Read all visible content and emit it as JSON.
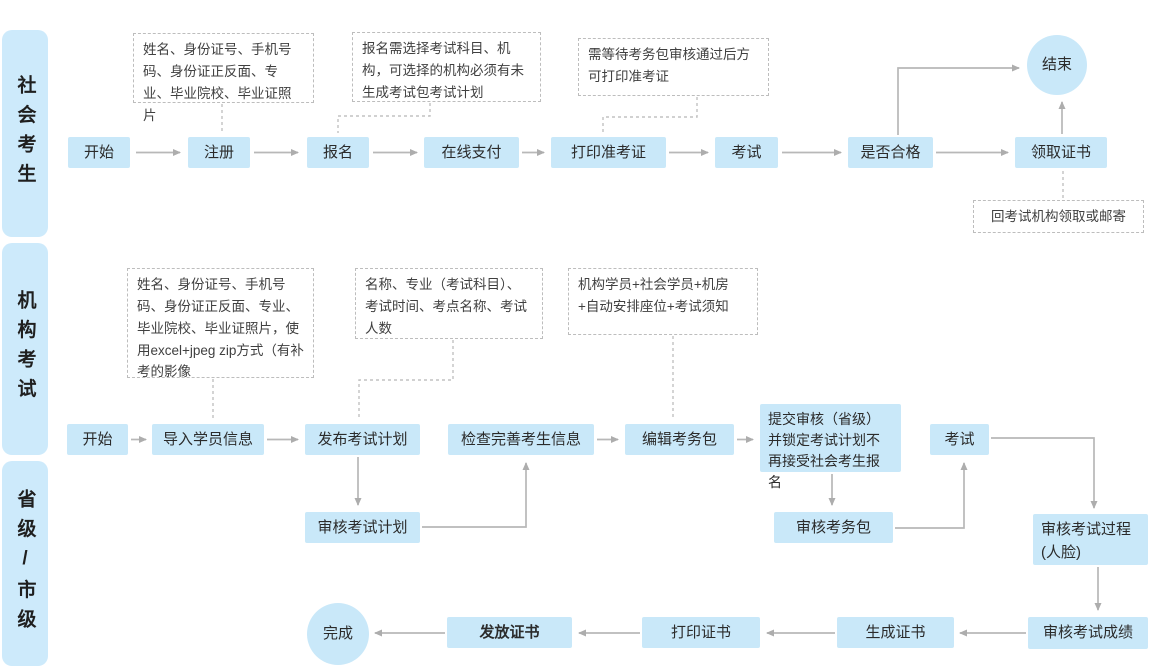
{
  "diagram": {
    "lanes": [
      {
        "label": "社会考生"
      },
      {
        "label": "机构考试"
      },
      {
        "label": "省级/市级"
      }
    ],
    "nodes": {
      "s_start": "开始",
      "s_register": "注册",
      "s_signup": "报名",
      "s_pay": "在线支付",
      "s_print": "打印准考证",
      "s_exam": "考试",
      "s_pass": "是否合格",
      "s_cert": "领取证书",
      "s_end": "结束",
      "o_start": "开始",
      "o_import": "导入学员信息",
      "o_plan": "发布考试计划",
      "o_check": "检查完善考生信息",
      "o_edit": "编辑考务包",
      "o_submit": "提交审核（省级）并锁定考试计划不再接受社会考生报名",
      "o_exam": "考试",
      "g_plan": "审核考试计划",
      "g_pkg": "审核考务包",
      "g_proc": "审核考试过程\n(人脸)",
      "g_score": "审核考试成绩",
      "g_gen": "生成证书",
      "g_print": "打印证书",
      "g_issue": "发放证书",
      "g_done": "完成"
    },
    "notes": {
      "register_info": "姓名、身份证号、手机号码、身份证正反面、专业、毕业院校、毕业证照片",
      "signup_info": "报名需选择考试科目、机构，可选择的机构必须有未生成考试包考试计划",
      "print_info": "需等待考务包审核通过后方可打印准考证",
      "cert_info": "回考试机构领取或邮寄",
      "import_info": "姓名、身份证号、手机号码、身份证正反面、专业、毕业院校、毕业证照片，使用excel+jpeg zip方式（有补考的影像",
      "plan_info": "名称、专业（考试科目）、考试时间、考点名称、考试人数",
      "package_info": "机构学员+社会学员+机房+自动安排座位+考试须知"
    },
    "colors": {
      "node_fill": "#c9e8f9",
      "lane_fill": "#cdeafb",
      "arrow": "#b5b5b5",
      "note_border": "#bdbdbd",
      "text": "#2b2b2b"
    }
  }
}
